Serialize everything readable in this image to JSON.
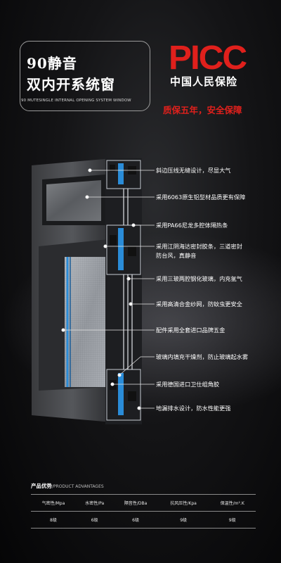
{
  "header": {
    "title_line1": "90静音",
    "title_line2": "双内开系统窗",
    "subtitle": "90 MUTESINGLE INTERNAL OPENING SYSTEM WINDOW"
  },
  "brand": {
    "logo_text": "PICC",
    "name_cn": "中国人民保险",
    "slogan": "质保五年，安全保障",
    "color": "#e0201c"
  },
  "features": [
    "斜边压线无缝设计，尽显大气",
    "采用6063原生铝型材品质更有保障",
    "采用PA66尼龙多腔体隔热条",
    "采用江阴海达密封胶条，三道密封",
    "防台风，真静音",
    "采用三玻两腔钢化玻璃，内充氩气",
    "采用高清合金纱网，防蚊虫更安全",
    "配件采用全套进口品牌五金",
    "玻璃内填充干燥剂，防止玻璃起水雾",
    "采用德国进口卫仕组角胶",
    "地漏排水设计，防水性能更强"
  ],
  "advantages": {
    "title_cn": "产品优势",
    "title_en": "/PRODUCT ADVANTAGES",
    "headers": [
      "气密性/Mpa",
      "水密性/Pa",
      "隔音性/DBa",
      "抗风压性/Kpa",
      "保温性/m².K"
    ],
    "values": [
      "8级",
      "6级",
      "6级",
      "9级",
      "9级"
    ]
  }
}
